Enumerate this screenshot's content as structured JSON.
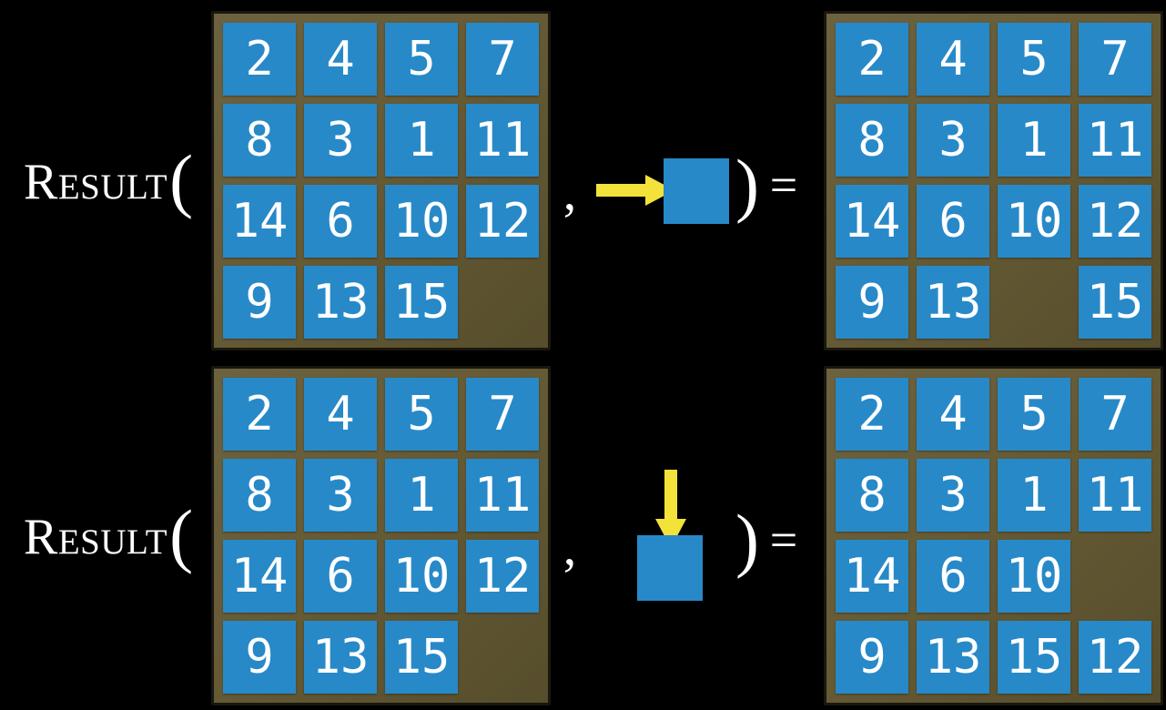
{
  "colors": {
    "background": "#000000",
    "frame": "#665b35",
    "frame_border": "#19170e",
    "tile": "#2789c8",
    "tile_text": "#ffffff",
    "arrow": "#f2e23a",
    "text": "#ffffff"
  },
  "operator": {
    "open_paren": "(",
    "close_paren": ")",
    "comma": ",",
    "equals": "="
  },
  "examples": [
    {
      "label": "Result",
      "move_icon": "right-arrow-into-tile",
      "move_direction": "right",
      "input_grid": [
        [
          "2",
          "4",
          "5",
          "7"
        ],
        [
          "8",
          "3",
          "1",
          "11"
        ],
        [
          "14",
          "6",
          "10",
          "12"
        ],
        [
          "9",
          "13",
          "15",
          ""
        ]
      ],
      "output_grid": [
        [
          "2",
          "4",
          "5",
          "7"
        ],
        [
          "8",
          "3",
          "1",
          "11"
        ],
        [
          "14",
          "6",
          "10",
          "12"
        ],
        [
          "9",
          "13",
          "",
          "15"
        ]
      ]
    },
    {
      "label": "Result",
      "move_icon": "down-arrow-into-tile",
      "move_direction": "down",
      "input_grid": [
        [
          "2",
          "4",
          "5",
          "7"
        ],
        [
          "8",
          "3",
          "1",
          "11"
        ],
        [
          "14",
          "6",
          "10",
          "12"
        ],
        [
          "9",
          "13",
          "15",
          ""
        ]
      ],
      "output_grid": [
        [
          "2",
          "4",
          "5",
          "7"
        ],
        [
          "8",
          "3",
          "1",
          "11"
        ],
        [
          "14",
          "6",
          "10",
          ""
        ],
        [
          "9",
          "13",
          "15",
          "12"
        ]
      ]
    }
  ]
}
